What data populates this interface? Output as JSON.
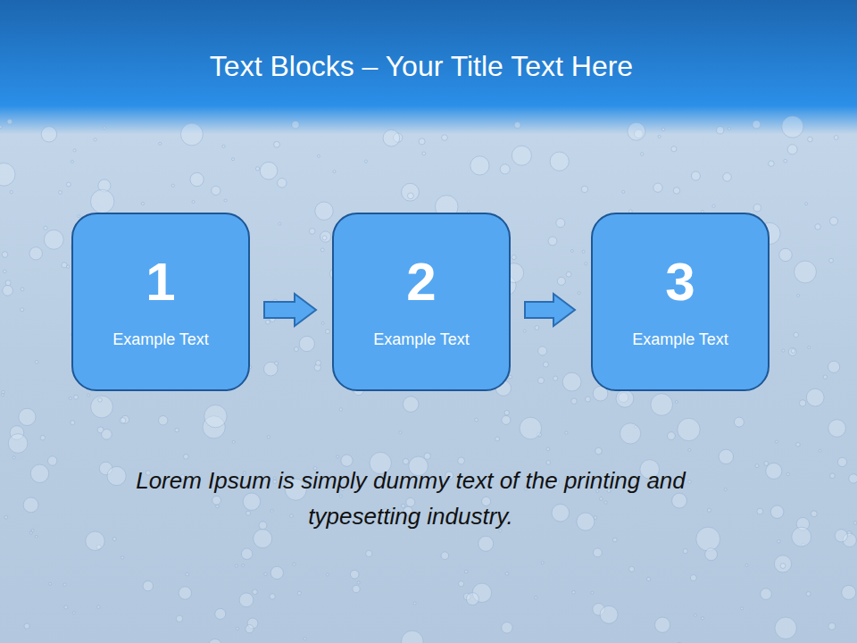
{
  "diagram": {
    "title": "Text Blocks – Your Title Text Here",
    "caption": "Lorem Ipsum is simply dummy text of the printing and typesetting industry.",
    "nodes": [
      {
        "text": [
          "1",
          "Example Text"
        ]
      },
      {
        "text": [
          "2",
          "Example Text"
        ]
      },
      {
        "text": [
          "3",
          "Example Text"
        ]
      }
    ],
    "edges": [
      {
        "from": 0,
        "to": 1,
        "arrow": "to"
      },
      {
        "from": 1,
        "to": 2,
        "arrow": "to"
      }
    ]
  }
}
